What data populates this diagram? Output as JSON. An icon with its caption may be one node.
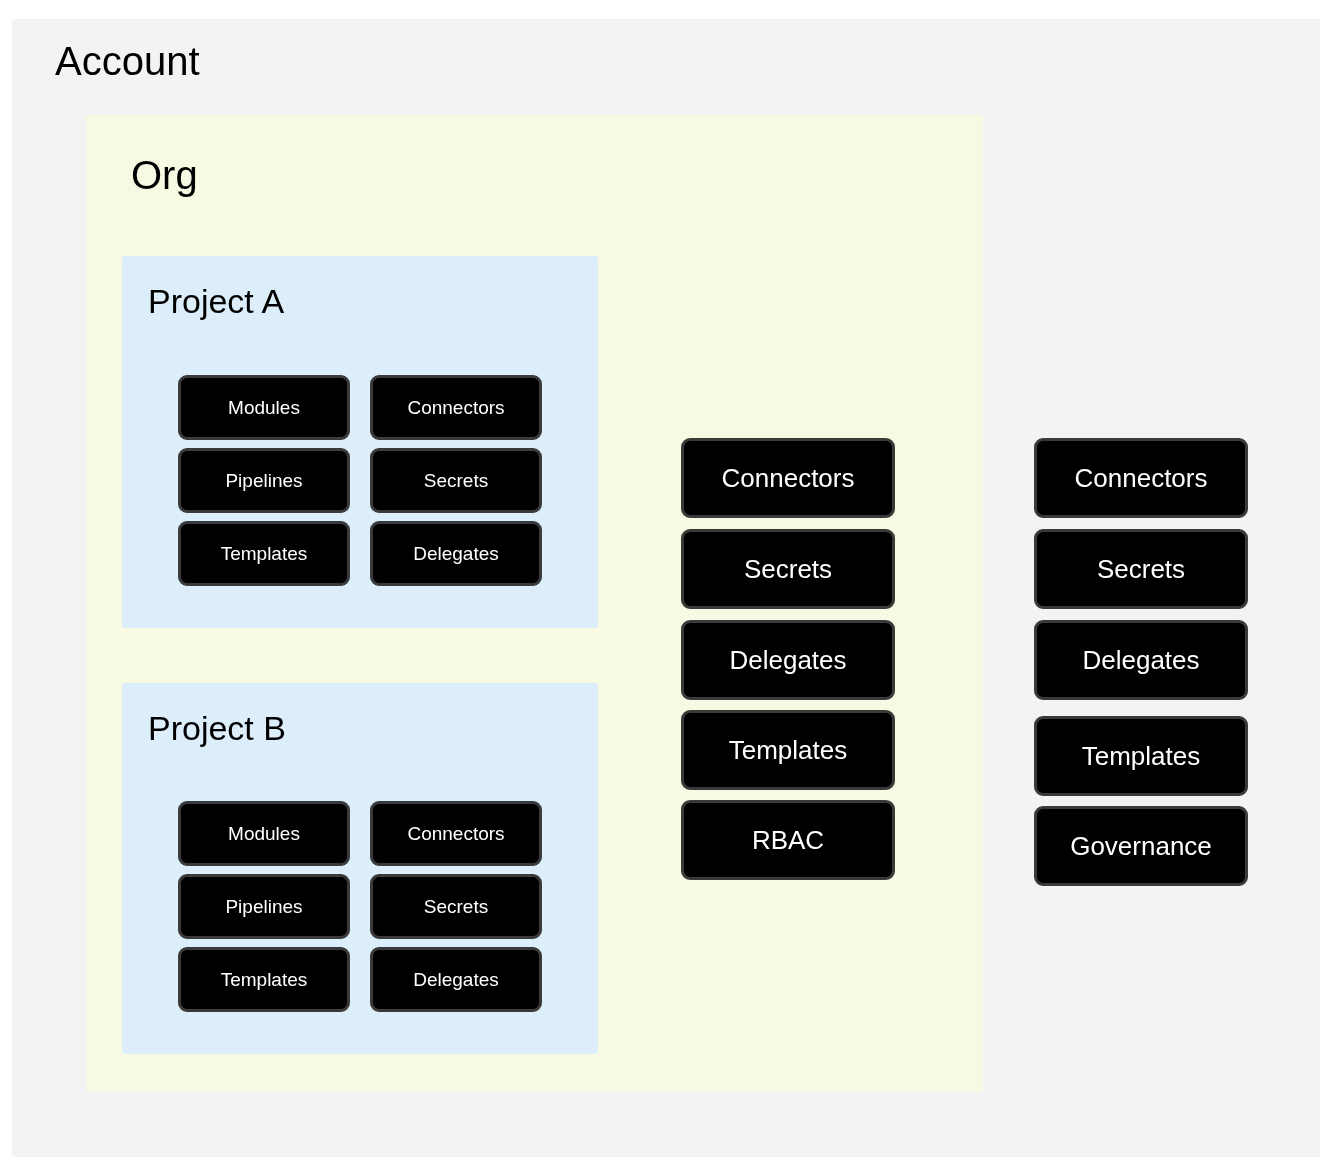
{
  "diagram": {
    "nodes": [
      {
        "text": [
          "Account"
        ]
      },
      {
        "text": [
          "Org"
        ],
        "in": 0
      },
      {
        "text": [
          "Project A"
        ],
        "in": 1
      },
      {
        "text": [
          "Modules"
        ],
        "in": 2
      },
      {
        "text": [
          "Connectors"
        ],
        "in": 2
      },
      {
        "text": [
          "Pipelines"
        ],
        "in": 2
      },
      {
        "text": [
          "Secrets"
        ],
        "in": 2
      },
      {
        "text": [
          "Templates"
        ],
        "in": 2
      },
      {
        "text": [
          "Delegates"
        ],
        "in": 2
      },
      {
        "text": [
          "Project B"
        ],
        "in": 1
      },
      {
        "text": [
          "Modules"
        ],
        "in": 9
      },
      {
        "text": [
          "Connectors"
        ],
        "in": 9
      },
      {
        "text": [
          "Pipelines"
        ],
        "in": 9
      },
      {
        "text": [
          "Secrets"
        ],
        "in": 9
      },
      {
        "text": [
          "Templates"
        ],
        "in": 9
      },
      {
        "text": [
          "Delegates"
        ],
        "in": 9
      },
      {
        "text": [
          "Connectors"
        ],
        "in": 1
      },
      {
        "text": [
          "Secrets"
        ],
        "in": 1
      },
      {
        "text": [
          "Delegates"
        ],
        "in": 1
      },
      {
        "text": [
          "Templates"
        ],
        "in": 1
      },
      {
        "text": [
          "RBAC"
        ],
        "in": 1
      },
      {
        "text": [
          "Connectors"
        ],
        "in": 0
      },
      {
        "text": [
          "Secrets"
        ],
        "in": 0
      },
      {
        "text": [
          "Delegates"
        ],
        "in": 0
      },
      {
        "text": [
          "Templates"
        ],
        "in": 0
      },
      {
        "text": [
          "Governance"
        ],
        "in": 0
      }
    ]
  }
}
